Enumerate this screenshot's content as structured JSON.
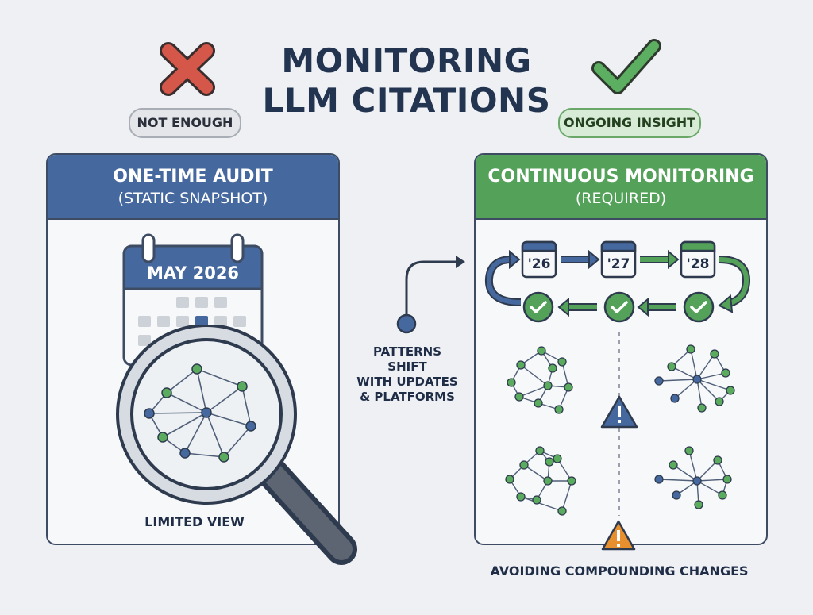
{
  "title": {
    "line1": "MONITORING",
    "line2": "LLM CITATIONS"
  },
  "badges": {
    "left": "NOT ENOUGH",
    "right": "ONGOING INSIGHT"
  },
  "left_panel": {
    "title": "ONE-TIME AUDIT",
    "subtitle": "(STATIC SNAPSHOT)",
    "calendar_label": "MAY 2026",
    "footer_label": "LIMITED VIEW"
  },
  "middle": {
    "line1": "PATTERNS",
    "line2": "SHIFT",
    "line3": "WITH UPDATES",
    "line4": "& PLATFORMS"
  },
  "right_panel": {
    "title": "CONTINUOUS MONITORING",
    "subtitle": "(REQUIRED)",
    "years": [
      "'26",
      "'27",
      "'28"
    ]
  },
  "bottom_label": "AVOIDING COMPOUNDING CHANGES",
  "colors": {
    "blue": "#45689e",
    "green": "#54a15a",
    "red": "#d5574a",
    "warning_orange": "#e8902e",
    "dark": "#22344f"
  },
  "icons": {
    "not_enough": "x-mark-icon",
    "ongoing": "check-mark-icon",
    "calendar": "calendar-icon",
    "magnifier": "magnifying-glass-icon",
    "warning": "warning-triangle-icon"
  }
}
